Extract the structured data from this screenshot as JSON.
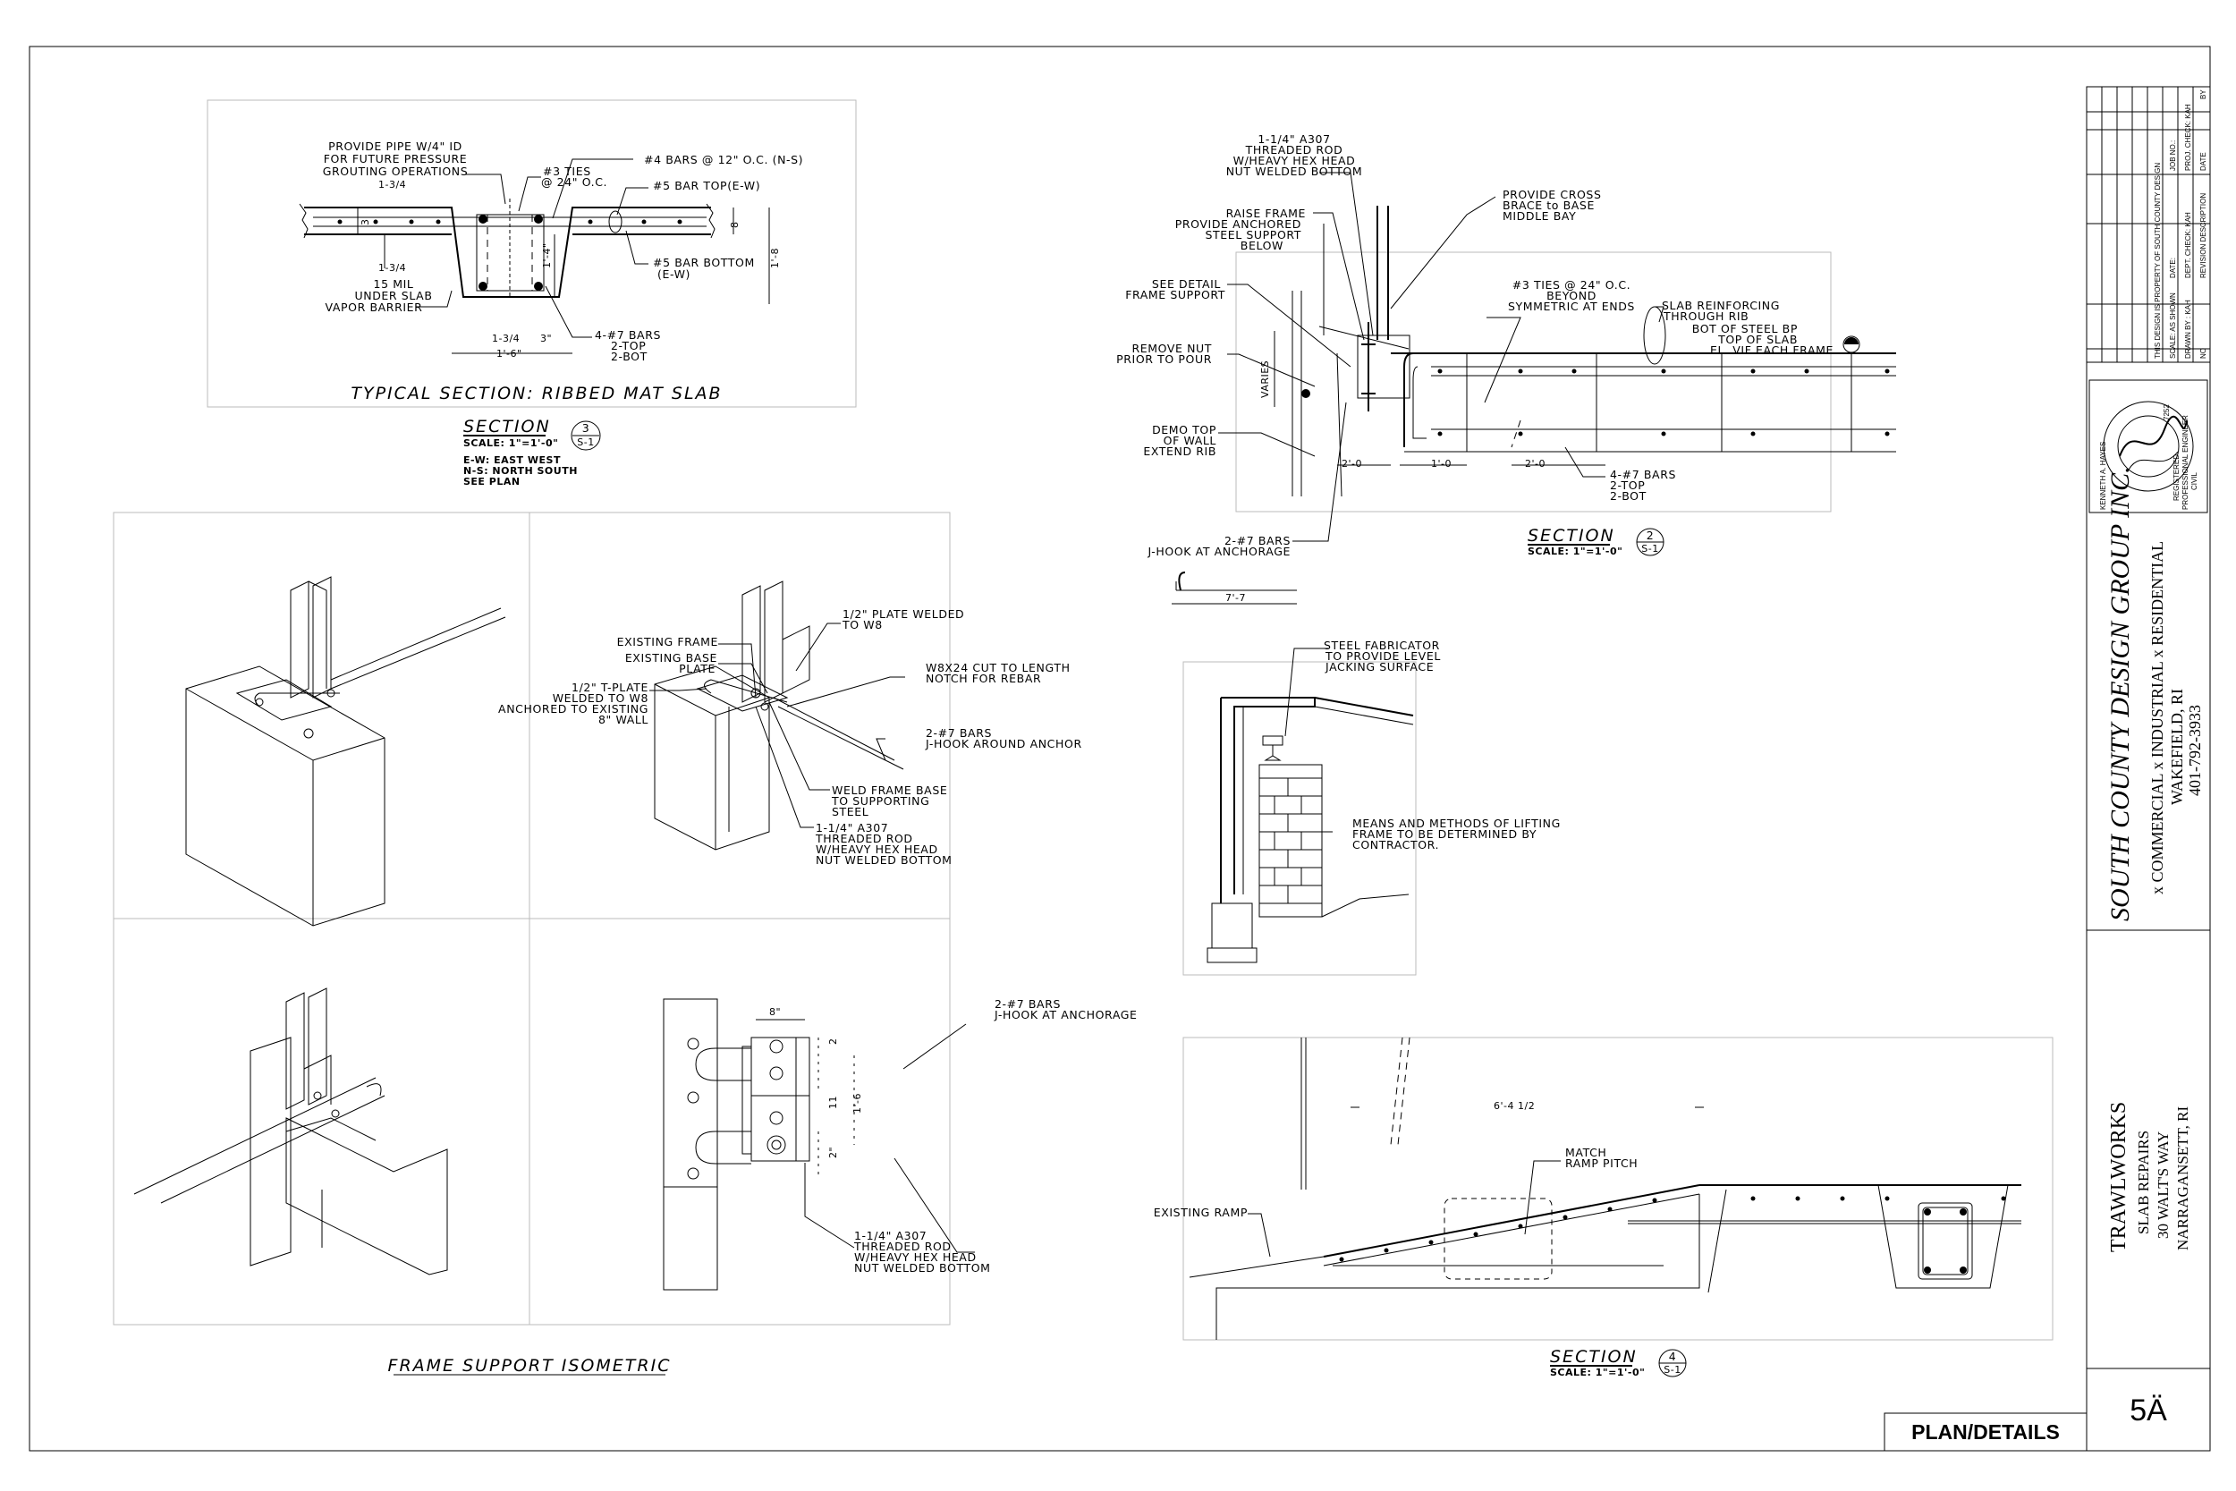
{
  "sheet": {
    "label": "PLAN/DETAILS",
    "number": "5Ä"
  },
  "title_block": {
    "firm": "SOUTH COUNTY DESIGN GROUP INC.",
    "firm_services": "x COMMERCIAL  x INDUSTRIAL  x RESIDENTIAL",
    "firm_city": "WAKEFIELD, RI",
    "firm_phone": "401-792-3933",
    "project_name": "TRAWLWORKS",
    "project_desc": "SLAB REPAIRS",
    "project_address": "30 WALT'S WAY",
    "project_city": "NARRAGANSETT, RI",
    "engineer_name": "KENNETH A. HAYES",
    "engineer_no": "7252",
    "engineer_reg": "REGISTERED",
    "engineer_title": "PROFESSIONAL ENGINEER",
    "engineer_label": "CIVIL",
    "rev_headers": [
      "NO",
      "REVISION DESCRIPTION",
      "DATE",
      "BY"
    ],
    "drawn_by": "DRAWN BY : KAH",
    "dept_check": "DEPT. CHECK: KAH",
    "proj_check": "PROJ. CHECK: KAH",
    "scale": "SCALE: AS SHOWN",
    "date": "DATE:",
    "job_no": "JOB NO.:",
    "fine_print": "THIS DESIGN IS PROPERTY OF SOUTH COUNTY DESIGN"
  },
  "detail_3": {
    "heading": "TYPICAL SECTION: RIBBED MAT SLAB",
    "section_label": "SECTION",
    "section_scale": "SCALE: 1\"=1'-0\"",
    "section_number": "3",
    "section_sheet": "S-1",
    "legend": [
      "E-W: EAST WEST",
      "N-S: NORTH SOUTH",
      "SEE PLAN"
    ],
    "notes": {
      "pipe": [
        "PROVIDE PIPE W/4\" ID",
        "FOR FUTURE PRESSURE",
        "GROUTING OPERATIONS"
      ],
      "ties": [
        "#3 TIES",
        "@ 24\" O.C."
      ],
      "bars4": "#4 BARS @ 12\" O.C. (N-S)",
      "bar_top": "#5 BAR TOP(E-W)",
      "bar_bottom": [
        "#5 BAR BOTTOM",
        "(E-W)"
      ],
      "vapor": [
        "15 MIL",
        "UNDER SLAB",
        "VAPOR BARRIER"
      ],
      "bars7": [
        "4-#7 BARS",
        "2-TOP",
        "2-BOT"
      ],
      "dims": [
        "1'-6\"",
        "3\"",
        "1'-4\"",
        "1'-8",
        "8",
        "3",
        "1-3/4",
        "1-3/4",
        "1-3/4"
      ]
    }
  },
  "detail_2": {
    "section_label": "SECTION",
    "section_scale": "SCALE: 1\"=1'-0\"",
    "section_number": "2",
    "section_sheet": "S-1",
    "notes": {
      "rod": [
        "1-1/4\" A307",
        "THREADED ROD",
        "W/HEAVY HEX HEAD",
        "NUT WELDED BOTTOM"
      ],
      "cross_brace": [
        "PROVIDE CROSS",
        "BRACE to BASE",
        "MIDDLE BAY"
      ],
      "raise_frame": [
        "RAISE FRAME",
        "PROVIDE ANCHORED",
        "STEEL SUPPORT",
        "BELOW"
      ],
      "see_detail": [
        "SEE DETAIL",
        "FRAME SUPPORT"
      ],
      "ties3": [
        "#3 TIES @ 24\" O.C.",
        "BEYOND",
        "SYMMETRIC AT ENDS"
      ],
      "slab_reinf": [
        "SLAB REINFORCING",
        "THROUGH RIB"
      ],
      "bot_steel": [
        "BOT OF STEEL BP",
        "TOP OF SLAB",
        "EL. VIF EACH FRAME"
      ],
      "remove_nut": [
        "REMOVE NUT",
        "PRIOR TO POUR"
      ],
      "varies": "VARIES",
      "demo": [
        "DEMO TOP",
        "OF WALL",
        "EXTEND RIB"
      ],
      "dims": [
        "2'-0",
        "1'-0",
        "2'-0",
        "7'-7"
      ],
      "bars7": [
        "4-#7 BARS",
        "2-TOP",
        "2-BOT"
      ],
      "jhook": [
        "2-#7 BARS",
        "J-HOOK AT ANCHORAGE"
      ]
    }
  },
  "detail_iso": {
    "heading": "FRAME SUPPORT ISOMETRIC",
    "notes": {
      "plate": [
        "1/2\" PLATE WELDED",
        "TO W8"
      ],
      "existing_frame": "EXISTING FRAME",
      "existing_base": [
        "EXISTING BASE",
        "PLATE"
      ],
      "w8x24": [
        "W8X24 CUT TO LENGTH",
        "NOTCH FOR REBAR"
      ],
      "tplate": [
        "1/2\" T-PLATE",
        "WELDED TO W8",
        "ANCHORED TO EXISTING",
        "8\" WALL"
      ],
      "bars_jhook": [
        "2-#7 BARS",
        "J-HOOK AROUND ANCHOR"
      ],
      "weld": [
        "WELD FRAME BASE",
        "TO SUPPORTING",
        "STEEL"
      ],
      "rod": [
        "1-1/4\" A307",
        "THREADED ROD",
        "W/HEAVY HEX HEAD",
        "NUT WELDED BOTTOM"
      ],
      "plan_bars": [
        "2-#7 BARS",
        "J-HOOK AT ANCHORAGE"
      ],
      "plan_rod": [
        "1-1/4\" A307",
        "THREADED ROD",
        "W/HEAVY HEX HEAD",
        "NUT WELDED BOTTOM"
      ],
      "plan_dims": [
        "8\"",
        "2",
        "1'-6",
        "11",
        "2\""
      ]
    }
  },
  "detail_jack": {
    "notes": {
      "fabricator": [
        "STEEL FABRICATOR",
        "TO PROVIDE LEVEL",
        "JACKING SURFACE"
      ],
      "means": [
        "MEANS AND METHODS OF LIFTING",
        "FRAME TO BE DETERMINED BY",
        "CONTRACTOR."
      ]
    }
  },
  "detail_4": {
    "section_label": "SECTION",
    "section_scale": "SCALE: 1\"=1'-0\"",
    "section_number": "4",
    "section_sheet": "S-1",
    "notes": {
      "match": [
        "MATCH",
        "RAMP PITCH"
      ],
      "existing_ramp": "EXISTING RAMP",
      "dim": "6'-4 1/2"
    }
  }
}
